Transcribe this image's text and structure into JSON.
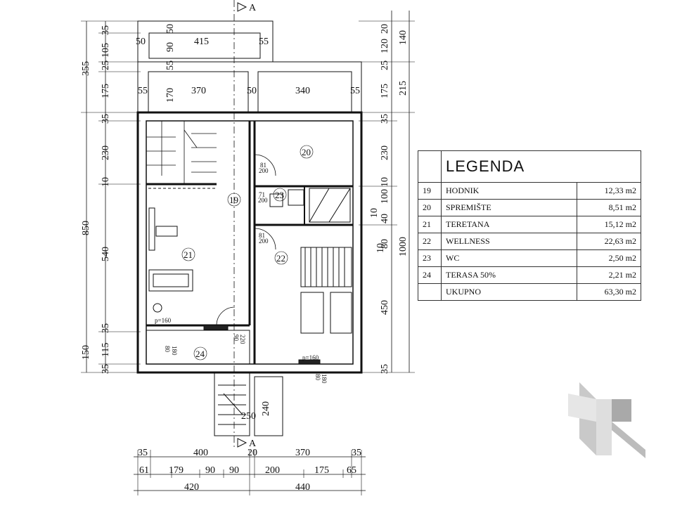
{
  "legend": {
    "title": "LEGENDA",
    "rows": [
      {
        "num": "19",
        "name": "HODNIK",
        "area": "12,33 m2"
      },
      {
        "num": "20",
        "name": "SPREMIŠTE",
        "area": "8,51 m2"
      },
      {
        "num": "21",
        "name": "TERETANA",
        "area": "15,12 m2"
      },
      {
        "num": "22",
        "name": "WELLNESS",
        "area": "22,63 m2"
      },
      {
        "num": "23",
        "name": "WC",
        "area": "2,50 m2"
      },
      {
        "num": "24",
        "name": "TERASA 50%",
        "area": "2,21 m2"
      },
      {
        "num": "",
        "name": "UKUPNO",
        "area": "63,30 m2"
      }
    ]
  },
  "rooms": {
    "r19": "19",
    "r20": "20",
    "r21": "21",
    "r22": "22",
    "r23": "23",
    "r24": "24"
  },
  "section_marker": "A",
  "dims": {
    "top_box": {
      "a": "50",
      "b": "415",
      "c": "55",
      "d": "50",
      "e": "90",
      "f": "55"
    },
    "row2": {
      "a": "55",
      "b": "170",
      "c": "370",
      "d": "50",
      "e": "340",
      "f": "55"
    },
    "left_outer": {
      "total": "355",
      "main": "850",
      "bottom": "150"
    },
    "left_inner": [
      "35",
      "105",
      "25",
      "175",
      "35",
      "230",
      "10",
      "540",
      "35",
      "115",
      "35"
    ],
    "right_inner": [
      "20",
      "120",
      "25",
      "175",
      "35",
      "230",
      "10",
      "100",
      "10",
      "40",
      "10",
      "80",
      "450",
      "35"
    ],
    "right_outer": {
      "top": "140",
      "mid": "215",
      "total": "1000"
    },
    "bottom_row1": [
      "35",
      "400",
      "20",
      "370",
      "35"
    ],
    "bottom_row2": [
      "61",
      "179",
      "90",
      "90",
      "200",
      "175",
      "65"
    ],
    "bottom_row3": [
      "420",
      "440"
    ],
    "door_labels": {
      "d1_w": "81",
      "d1_h": "200",
      "d2_w": "71",
      "d2_h": "200",
      "d3_w": "81",
      "d3_h": "200",
      "p1": "p=160",
      "p2": "p=160",
      "w1_w": "180",
      "w1_h": "80",
      "w2_w": "90",
      "w2_h": "220",
      "w3_w": "180",
      "w3_h": "80"
    },
    "stair_dims": {
      "w": "250",
      "h": "240"
    }
  }
}
